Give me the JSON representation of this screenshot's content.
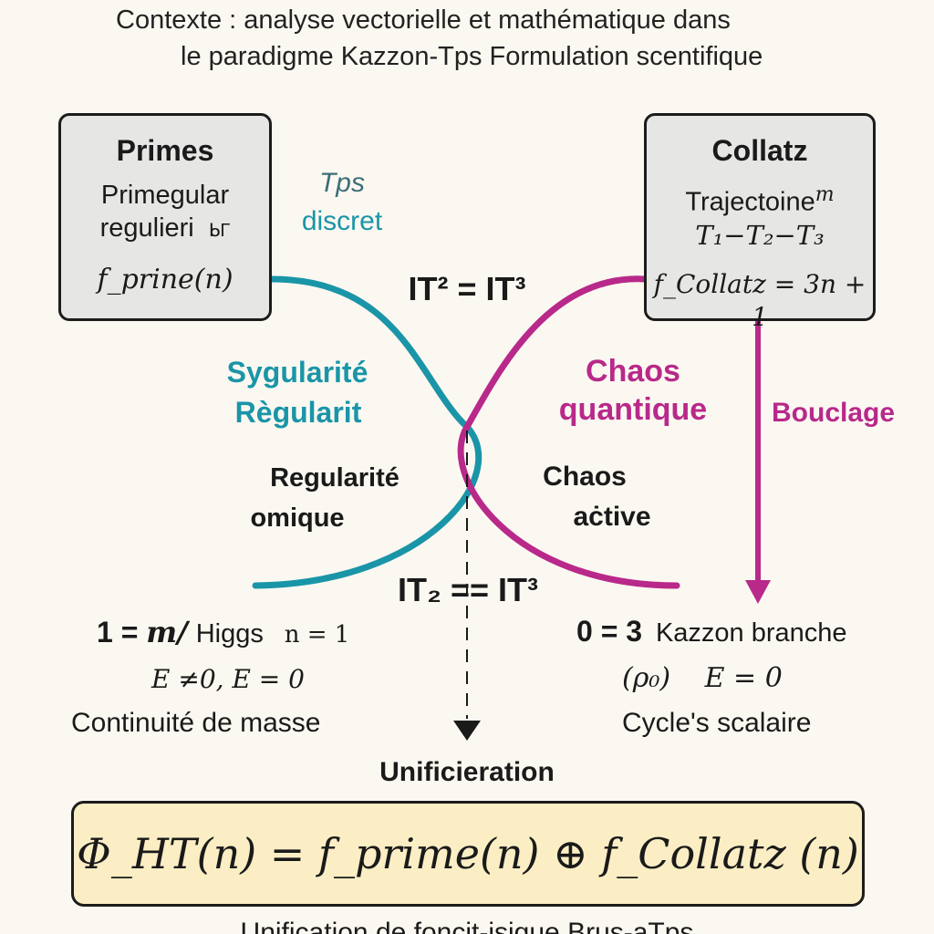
{
  "context": {
    "line1": "Contexte : analyse vectorielle et mathématique dans",
    "line2": "le paradigme Kazzon-Tps  Formulation scentifique"
  },
  "left_box": {
    "title": "Primes",
    "line1": "Primegular",
    "line2": "regulieri",
    "glyph": "ᖯΓ",
    "formula": "f_prine(n)"
  },
  "right_box": {
    "title": "Collatz",
    "line1": "Trajectoine",
    "line1_sup": "m",
    "line2": "T₁−T₂−T₃",
    "formula": "f_Collatz = 3n + 1"
  },
  "labels": {
    "tps": "Tps",
    "discret": "discret",
    "it_top": "IT² = IT³",
    "syg1": "Sygularité",
    "syg2": "Règularit",
    "chaos1": "Chaos",
    "chaos2": "quantique",
    "bouclage": "Bouclage",
    "reg1": "Regularité",
    "reg2": "omique",
    "ca1": "Chaos",
    "ca2": "aċtive",
    "it_mid": "IT₂ == IT³"
  },
  "left_bottom": {
    "eq_a": "1 =",
    "eq_m": "m/",
    "eq_b": "Higgs",
    "eq_n": "n = 1",
    "eq2": "E ≠0, E = 0",
    "line3": "Continuité de masse"
  },
  "right_bottom": {
    "eq_a": "0 = 3",
    "eq_b": "Kazzon branche",
    "eq2a": "(ρ₀)",
    "eq2b": "E = 0",
    "line3": "Cycle's scalaire"
  },
  "unif": {
    "title": "Unificieration",
    "formula": "Φ_HT(n) = f_prime(n) ⊕ f_Collatz (n)",
    "caption": "Unification de foncit-isique Brus-aTps"
  },
  "colors": {
    "teal": "#1a95a8",
    "magenta": "#b8298a",
    "box_fill": "#e6e6e4",
    "formula_fill": "#fbeec4",
    "background": "#fbf8f1"
  }
}
